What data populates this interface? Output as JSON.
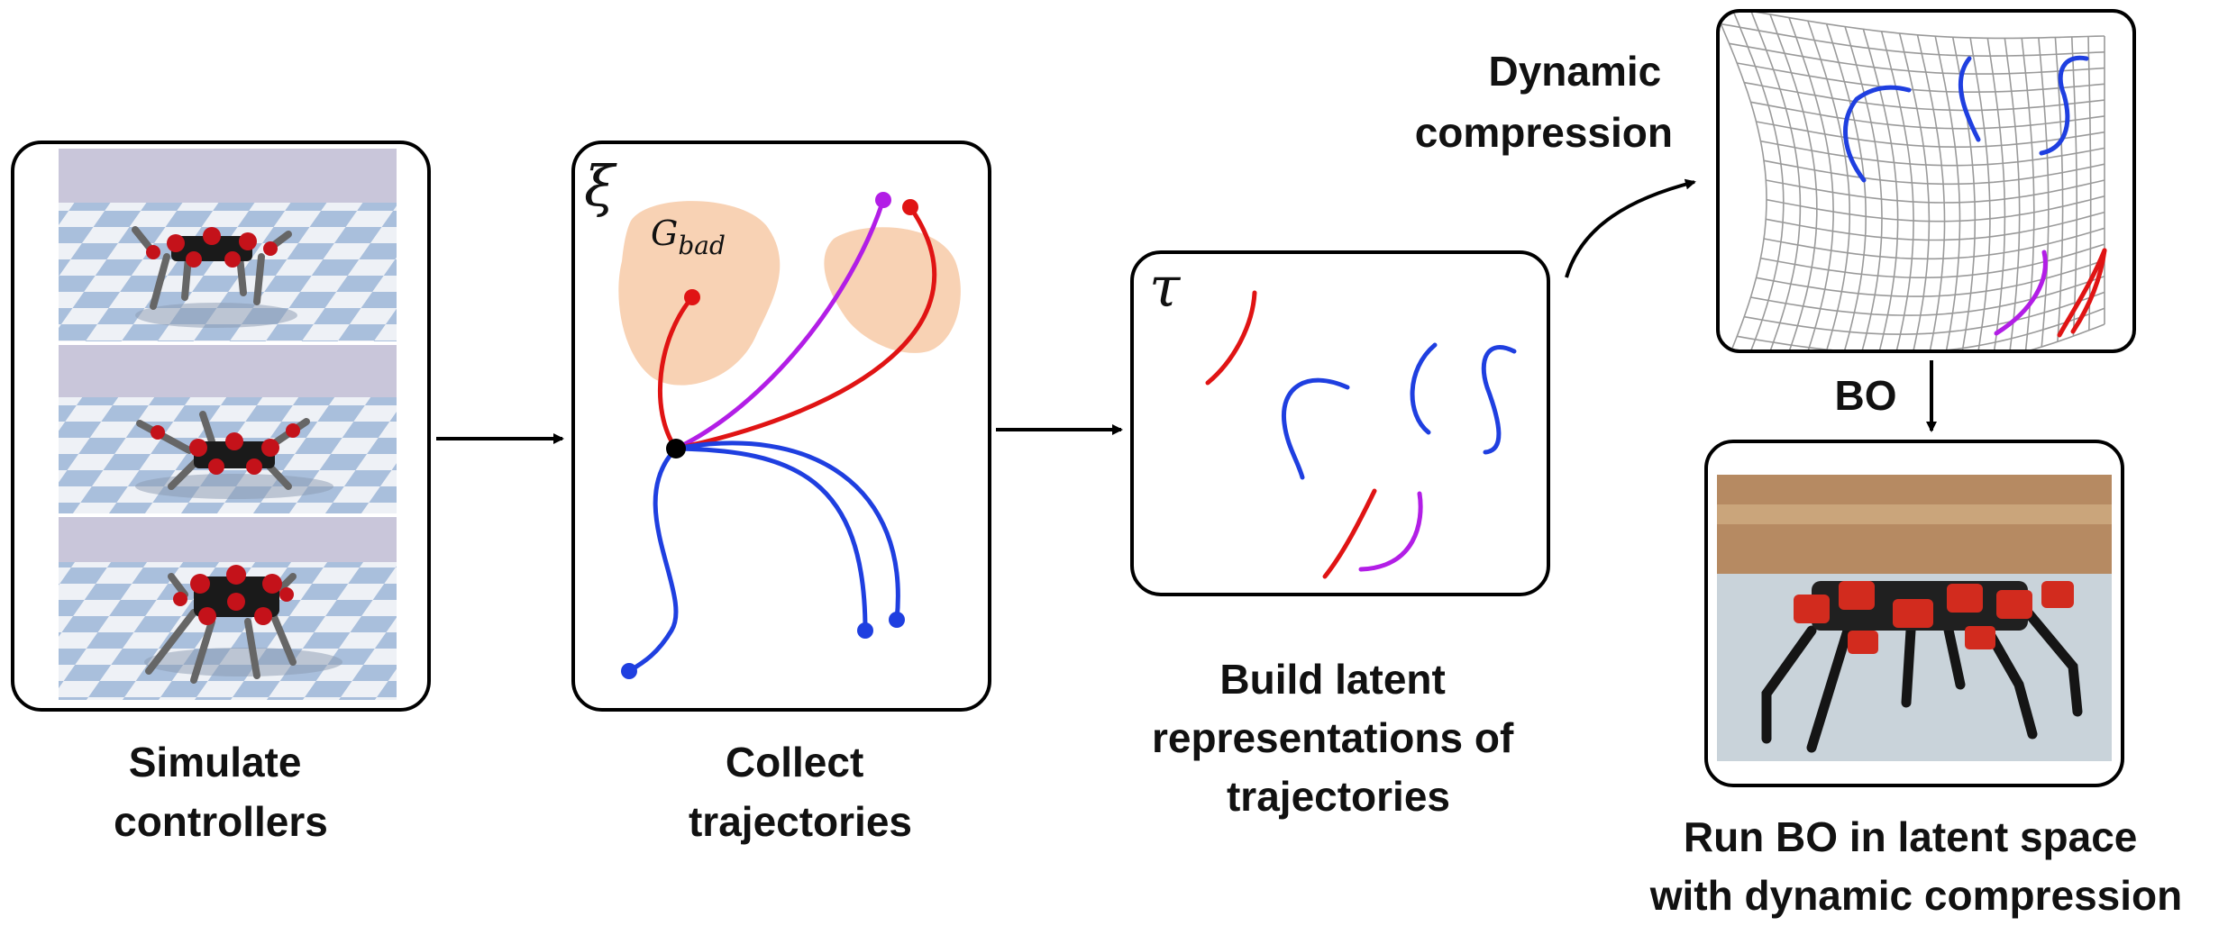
{
  "captions": {
    "simulate": [
      "Simulate",
      "controllers"
    ],
    "collect": [
      "Collect",
      "trajectories"
    ],
    "build": [
      "Build latent",
      "representations of",
      "trajectories"
    ],
    "dynamic": [
      "Dynamic",
      "compression"
    ],
    "bo": "BO",
    "run": [
      "Run BO in latent space",
      "with dynamic compression"
    ]
  },
  "symbols": {
    "xi": "ξ",
    "tau": "τ",
    "g_bad_base": "G",
    "g_bad_sub": "bad"
  },
  "colors": {
    "good": "#1f3fe0",
    "bad": "#e01414",
    "borderline": "#b21ee6",
    "bad_region": "#f8d2b4",
    "sim_floor": "#a9bfdc",
    "sim_sky": "#c9c6da"
  },
  "icons": {
    "sim_panels": "hexapod-simulation-image",
    "photo": "hexapod-robot-photo",
    "grid": "warped-latent-grid"
  }
}
